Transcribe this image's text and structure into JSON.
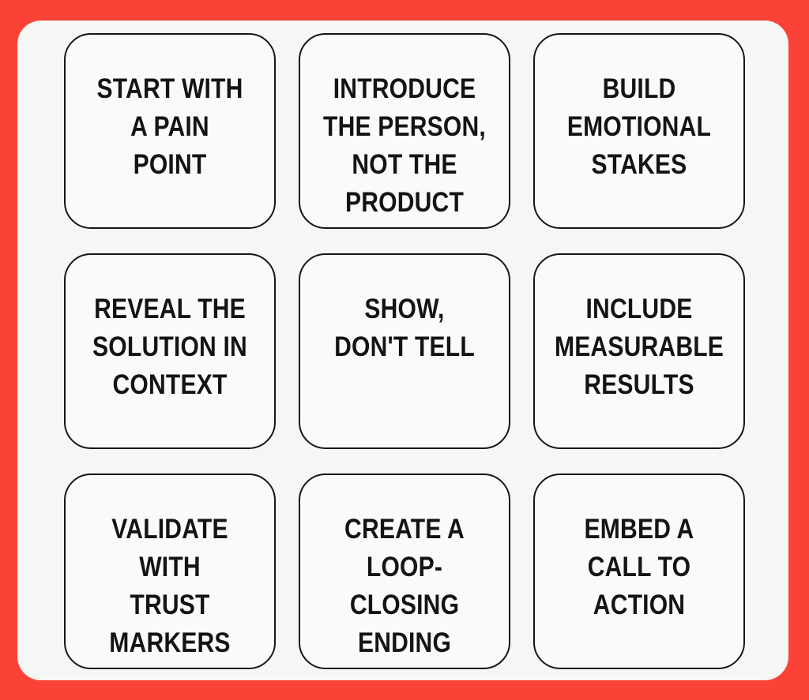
{
  "colors": {
    "accent": "#FA4336",
    "panel": "#F6F6F4",
    "card": "#FAFAF9",
    "line": "#161616",
    "text": "#141414"
  },
  "cards": [
    {
      "text": "START WITH\nA PAIN\nPOINT"
    },
    {
      "text": "INTRODUCE\nTHE PERSON,\nNOT THE\nPRODUCT"
    },
    {
      "text": "BUILD\nEMOTIONAL\nSTAKES"
    },
    {
      "text": "REVEAL THE\nSOLUTION IN\nCONTEXT"
    },
    {
      "text": "SHOW,\nDON'T TELL"
    },
    {
      "text": "INCLUDE\nMEASURABLE\nRESULTS"
    },
    {
      "text": "VALIDATE WITH\nTRUST\nMARKERS"
    },
    {
      "text": "CREATE A\nLOOP-CLOSING\nENDING"
    },
    {
      "text": "EMBED A\nCALL TO\nACTION"
    }
  ]
}
